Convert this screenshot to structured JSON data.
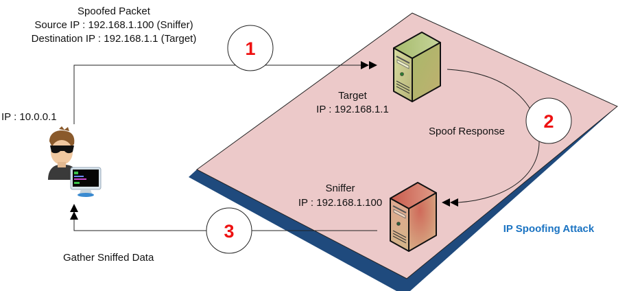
{
  "diagram": {
    "title": "IP Spoofing Attack",
    "spoofed_packet": {
      "heading": "Spoofed Packet",
      "source": "Source IP : 192.168.1.100 (Sniffer)",
      "destination": "Destination IP : 192.168.1.1 (Target)"
    },
    "attacker": {
      "ip": "IP : 10.0.0.1",
      "icon": "hacker-with-computer-icon"
    },
    "target": {
      "name": "Target",
      "ip": "IP : 192.168.1.1",
      "icon": "server-tower-icon"
    },
    "sniffer": {
      "name": "Sniffer",
      "ip": "IP : 192.168.1.100",
      "icon": "server-tower-icon"
    },
    "steps": [
      {
        "number": "1",
        "label": ""
      },
      {
        "number": "2",
        "label": "Spoof Response"
      },
      {
        "number": "3",
        "label": "Gather Sniffed Data"
      }
    ],
    "colors": {
      "plane_fill": "#ecc9c9",
      "plane_shadow": "#1f4a7d",
      "step_number": "#ee1111",
      "title": "#1a73c2",
      "target_server": "#b8bb78",
      "sniffer_server": "#c98a6a"
    }
  }
}
